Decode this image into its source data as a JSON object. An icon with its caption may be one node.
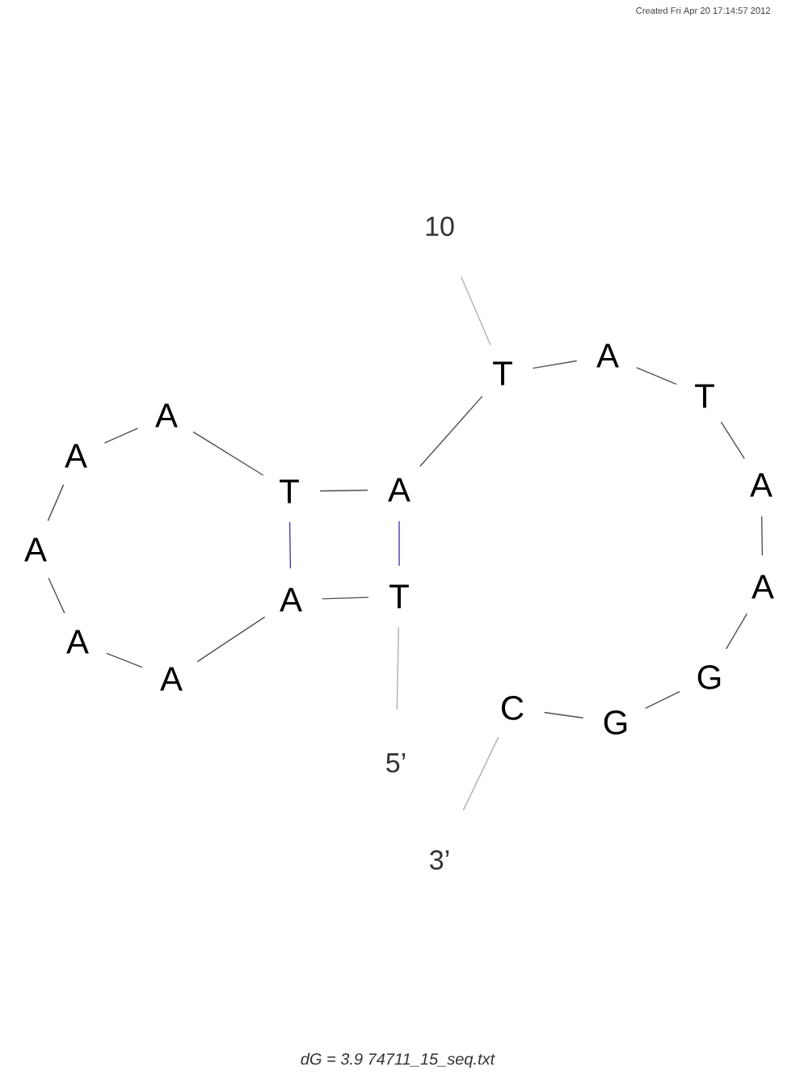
{
  "diagram": {
    "caption": "dG = 3.9 74711_15_seq.txt",
    "nodes": [
      {
        "text": [
          "5’"
        ]
      },
      {
        "text": [
          "T"
        ]
      },
      {
        "text": [
          "A"
        ]
      },
      {
        "text": [
          "A"
        ]
      },
      {
        "text": [
          "A"
        ]
      },
      {
        "text": [
          "A"
        ]
      },
      {
        "text": [
          "A"
        ]
      },
      {
        "text": [
          "A"
        ]
      },
      {
        "text": [
          "T"
        ]
      },
      {
        "text": [
          "A"
        ]
      },
      {
        "text": [
          "T"
        ]
      },
      {
        "text": [
          "A"
        ]
      },
      {
        "text": [
          "T"
        ]
      },
      {
        "text": [
          "A"
        ]
      },
      {
        "text": [
          "A"
        ]
      },
      {
        "text": [
          "G"
        ]
      },
      {
        "text": [
          "G"
        ]
      },
      {
        "text": [
          "C"
        ]
      },
      {
        "text": [
          "3’"
        ]
      },
      {
        "text": [
          "10"
        ]
      }
    ],
    "edges": [
      {
        "from": 0,
        "to": 1,
        "arrow": "none",
        "color": "#b0b0b0"
      },
      {
        "from": 1,
        "to": 2,
        "arrow": "none"
      },
      {
        "from": 2,
        "to": 3,
        "arrow": "none"
      },
      {
        "from": 3,
        "to": 4,
        "arrow": "none"
      },
      {
        "from": 4,
        "to": 5,
        "arrow": "none"
      },
      {
        "from": 5,
        "to": 6,
        "arrow": "none"
      },
      {
        "from": 6,
        "to": 7,
        "arrow": "none"
      },
      {
        "from": 7,
        "to": 8,
        "arrow": "none"
      },
      {
        "from": 8,
        "to": 9,
        "arrow": "none"
      },
      {
        "from": 9,
        "to": 10,
        "arrow": "none"
      },
      {
        "from": 10,
        "to": 11,
        "arrow": "none"
      },
      {
        "from": 11,
        "to": 12,
        "arrow": "none"
      },
      {
        "from": 12,
        "to": 13,
        "arrow": "none"
      },
      {
        "from": 13,
        "to": 14,
        "arrow": "none"
      },
      {
        "from": 14,
        "to": 15,
        "arrow": "none"
      },
      {
        "from": 15,
        "to": 16,
        "arrow": "none"
      },
      {
        "from": 16,
        "to": 17,
        "arrow": "none"
      },
      {
        "from": 1,
        "to": 9,
        "arrow": "none",
        "color": "#4b3ca6"
      },
      {
        "from": 2,
        "to": 8,
        "arrow": "none",
        "color": "#4b3ca6"
      },
      {
        "from": 18,
        "to": 17,
        "arrow": "none",
        "color": "#b0b0b0"
      },
      {
        "from": 19,
        "to": 10,
        "arrow": "none",
        "color": "#b0b0b0"
      }
    ],
    "labels": [
      "Created Fri Apr 20 17:14:57 2012"
    ]
  }
}
